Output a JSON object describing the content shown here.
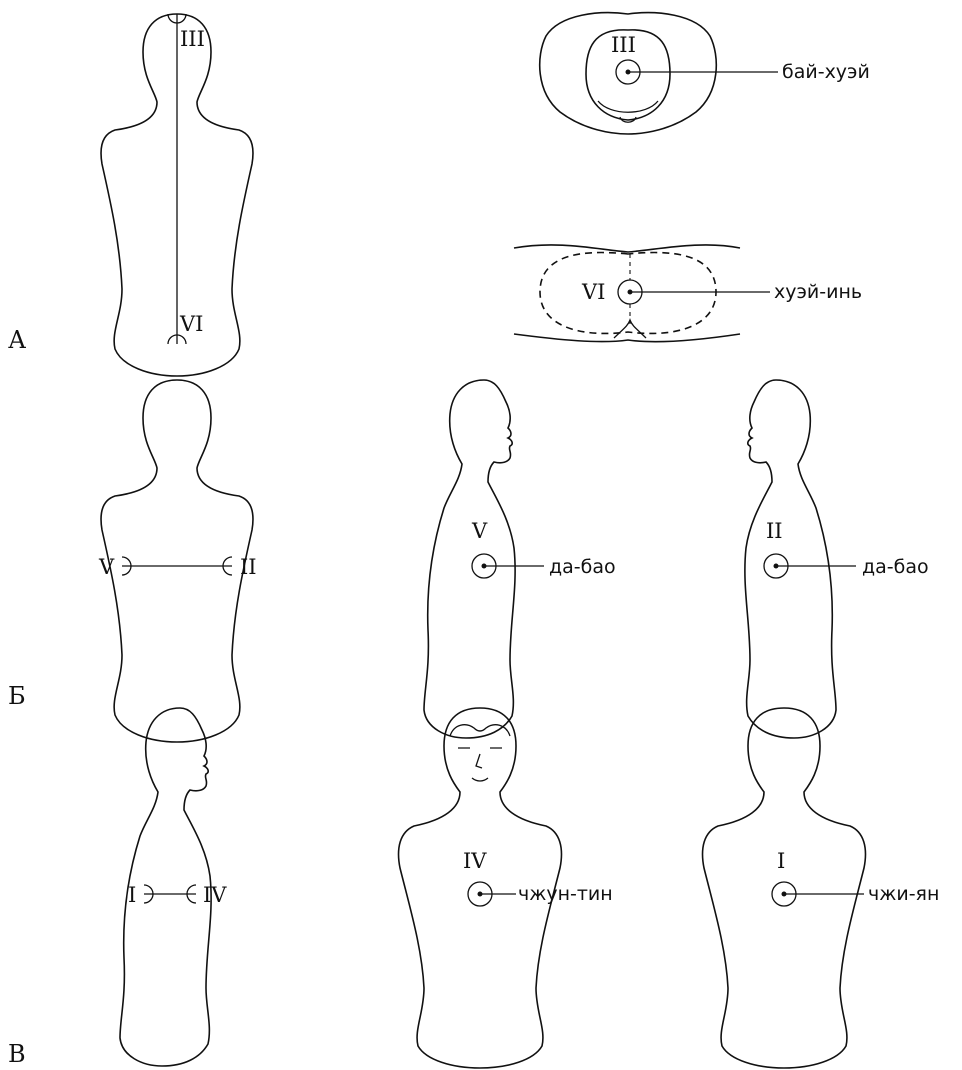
{
  "panels": {
    "a": "А",
    "b": "Б",
    "c": "В"
  },
  "row_a": {
    "back_top": "III",
    "back_bottom": "VI",
    "head_label": "III",
    "head_point": "бай-хуэй",
    "perineum_label": "VI",
    "perineum_point": "хуэй-инь"
  },
  "row_b": {
    "back_left": "V",
    "back_right": "II",
    "side_left_label": "V",
    "side_left_point": "да-бао",
    "side_right_label": "II",
    "side_right_point": "да-бао"
  },
  "row_c": {
    "side_left": "I",
    "side_right": "IV",
    "front_label": "IV",
    "front_point": "чжун-тин",
    "back_label": "I",
    "back_point": "чжи-ян"
  }
}
